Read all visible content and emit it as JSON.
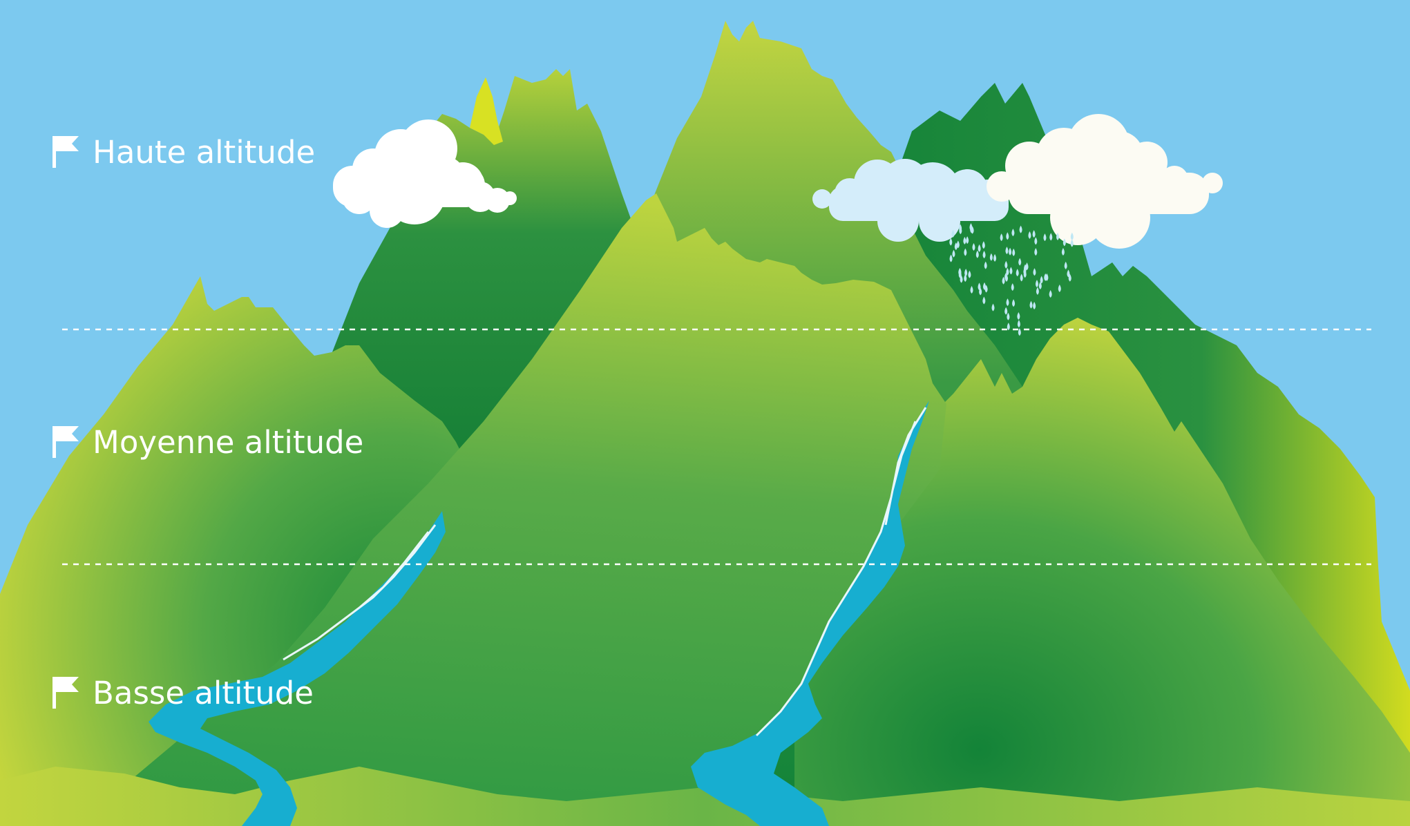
{
  "colors": {
    "sky": "#7cc9ef",
    "mountain_light": "#c8d83c",
    "mountain_mid": "#5aad46",
    "mountain_dark": "#138238",
    "river": "#17aed0",
    "cloud": "#ffffff",
    "rain": "#bfe7f4"
  },
  "labels": {
    "high": {
      "text": "Haute altitude",
      "icon": "flag-icon"
    },
    "mid": {
      "text": "Moyenne altitude",
      "icon": "flag-icon"
    },
    "low": {
      "text": "Basse altitude",
      "icon": "flag-icon"
    }
  },
  "separators": [
    {
      "name": "high-mid-boundary",
      "style": "dashed",
      "color": "#ffffff"
    },
    {
      "name": "mid-low-boundary",
      "style": "dashed",
      "color": "#ffffff"
    }
  ]
}
